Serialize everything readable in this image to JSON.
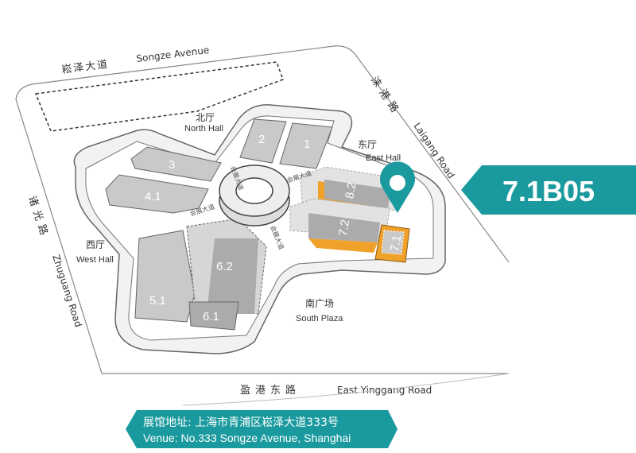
{
  "roads": {
    "north_cn": "崧泽大道",
    "north_en": "Songze Avenue",
    "east_cn": "涞港路",
    "east_en": "Laigang Road",
    "west_cn": "诸光路",
    "west_en": "Zhuguang Road",
    "south_cn": "盈港东路",
    "south_en": "East Yinggang Road",
    "inner_road": "会展大道"
  },
  "areas": {
    "north_cn": "北厅",
    "north_en": "North Hall",
    "east_cn": "东厅",
    "east_en": "East Hall",
    "west_cn": "西厅",
    "west_en": "West Hall",
    "south_cn": "南广场",
    "south_en": "South Plaza"
  },
  "halls": [
    "1",
    "2",
    "3",
    "4.1",
    "5.1",
    "6.1",
    "6.2",
    "7.1",
    "7.2",
    "8.2"
  ],
  "booth": {
    "label": "7.1B05",
    "highlighted_hall": "7.1"
  },
  "venue": {
    "cn": "展馆地址: 上海市青浦区崧泽大道333号",
    "en": "Venue: No.333 Songze Avenue, Shanghai"
  },
  "colors": {
    "accent": "#1a9a9e",
    "highlight": "#f0a12a",
    "hall": "#c9c9c9",
    "hall_dark": "#ababab"
  }
}
